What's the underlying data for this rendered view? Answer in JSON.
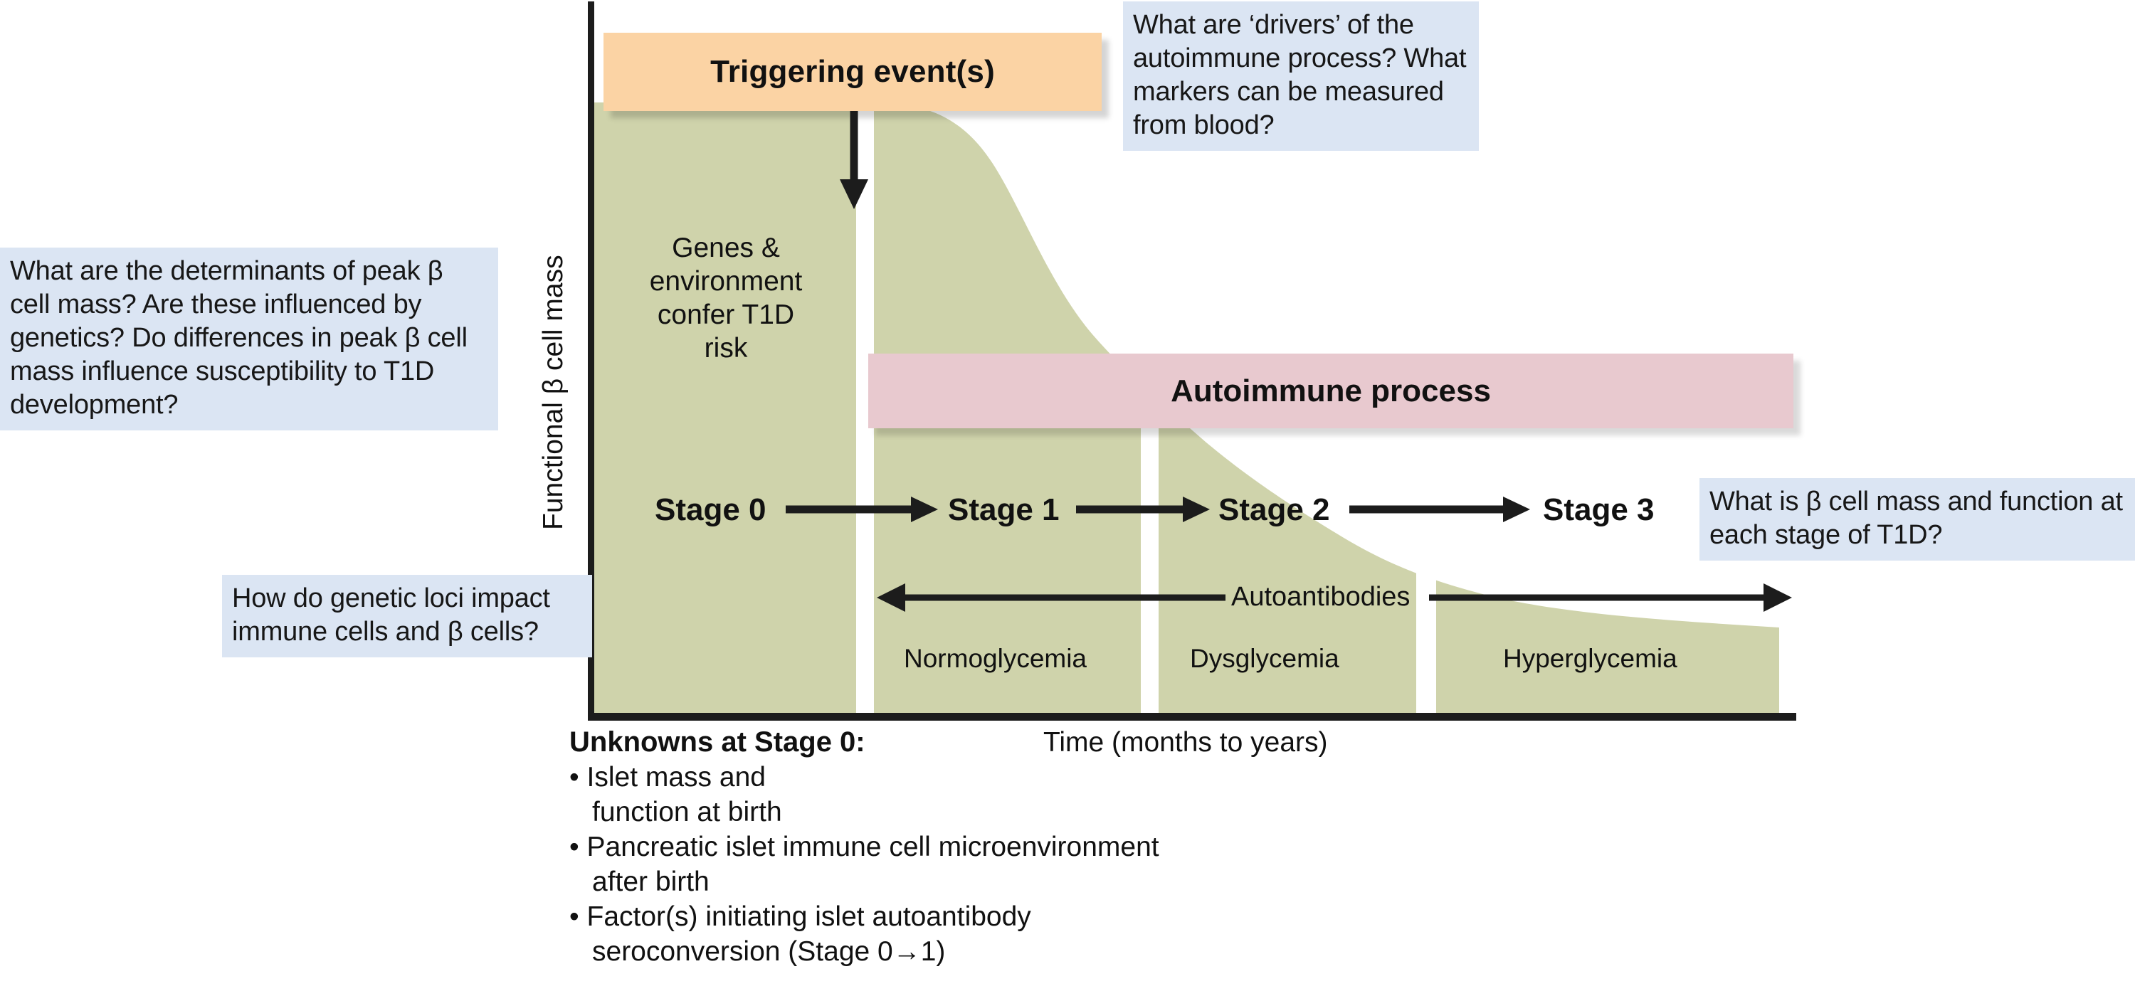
{
  "axes": {
    "y_label": "Functional β cell mass",
    "x_label": "Time (months to years)"
  },
  "banners": {
    "trigger": "Triggering event(s)",
    "autoimmune": "Autoimmune process"
  },
  "plot": {
    "genes_text": "Genes &\nenvironment\nconfer T1D\nrisk",
    "autoantibodies": "Autoantibodies",
    "stages": [
      {
        "label": "Stage 0"
      },
      {
        "label": "Stage 1"
      },
      {
        "label": "Stage 2"
      },
      {
        "label": "Stage 3"
      }
    ],
    "glycemia": [
      {
        "label": "Normoglycemia"
      },
      {
        "label": "Dysglycemia"
      },
      {
        "label": "Hyperglycemia"
      }
    ]
  },
  "callouts": {
    "peak_mass": "What are the determinants of peak β cell mass? Are these influenced by genetics? Do differences in peak β cell mass influence susceptibility to T1D development?",
    "drivers": "What are ‘drivers’ of the autoimmune process? What markers can be measured from blood?",
    "genetic_loci": "How do genetic loci impact immune cells and β cells?",
    "stage_mass": "What is β cell mass and function at each stage of T1D?"
  },
  "unknowns": {
    "title": "Unknowns at Stage 0:",
    "items": [
      "Islet mass and\nfunction at birth",
      "Pancreatic islet immune cell microenvironment\nafter birth",
      "Factor(s) initiating islet autoantibody\nseroconversion (Stage 0→1)"
    ]
  },
  "colors": {
    "beta_cell_mass_area": "#cfd3ab",
    "trigger_box": "#fbd3a4",
    "autoimmune_banner": "#e8c9cf",
    "callout_background": "#dbe5f3",
    "axis": "#1c1c1c"
  },
  "chart_data": {
    "type": "area",
    "title": "Stages of type 1 diabetes: functional β cell mass over time",
    "xlabel": "Time (months to years)",
    "ylabel": "Functional β cell mass",
    "grid": false,
    "legend": "none",
    "xlim": [
      0,
      100
    ],
    "ylim": [
      0,
      100
    ],
    "series": [
      {
        "name": "Functional β cell mass",
        "x": [
          0,
          20,
          24,
          30,
          36,
          42,
          48,
          54,
          60,
          66,
          72,
          78,
          84,
          90,
          100
        ],
        "values": [
          100,
          100,
          99,
          94,
          84,
          70,
          57,
          46,
          38,
          32,
          28,
          25,
          23,
          21,
          20
        ]
      }
    ],
    "annotations": [
      {
        "text": "Triggering event(s)",
        "x": 20,
        "kind": "event-arrow"
      },
      {
        "text": "Autoimmune process",
        "x_start": 24,
        "x_end": 100,
        "kind": "band"
      },
      {
        "text": "Autoantibodies",
        "x_start": 24,
        "x_end": 100,
        "kind": "double-arrow"
      },
      {
        "text": "Genes & environment confer T1D risk",
        "x_start": 0,
        "x_end": 20,
        "kind": "region-text"
      }
    ],
    "stage_bands": [
      {
        "label": "Stage 0",
        "glycemia": "",
        "x_start": 0,
        "x_end": 22
      },
      {
        "label": "Stage 1",
        "glycemia": "Normoglycemia",
        "x_start": 24,
        "x_end": 46
      },
      {
        "label": "Stage 2",
        "glycemia": "Dysglycemia",
        "x_start": 48,
        "x_end": 69
      },
      {
        "label": "Stage 3",
        "glycemia": "Hyperglycemia",
        "x_start": 71,
        "x_end": 100
      }
    ]
  }
}
